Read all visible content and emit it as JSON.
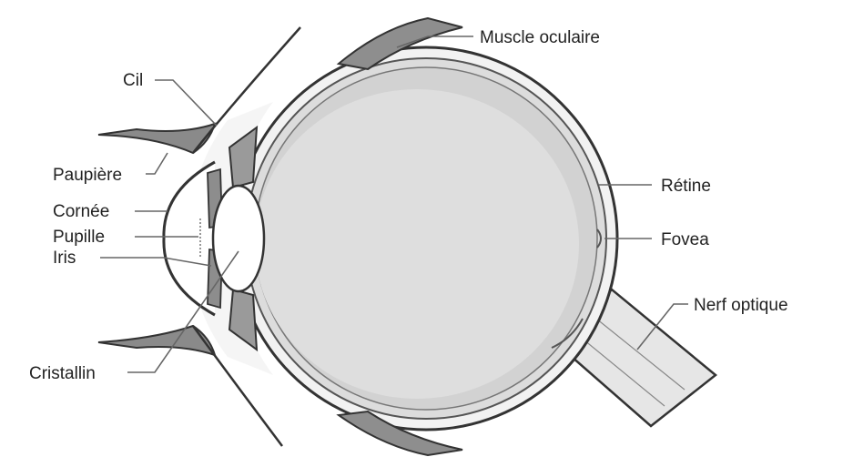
{
  "labels": {
    "muscle": "Muscle oculaire",
    "cil": "Cil",
    "paupiere": "Paupière",
    "cornee": "Cornée",
    "pupille": "Pupille",
    "iris": "Iris",
    "cristallin": "Cristallin",
    "retine": "Rétine",
    "fovea": "Fovea",
    "nerf": "Nerf optique"
  }
}
